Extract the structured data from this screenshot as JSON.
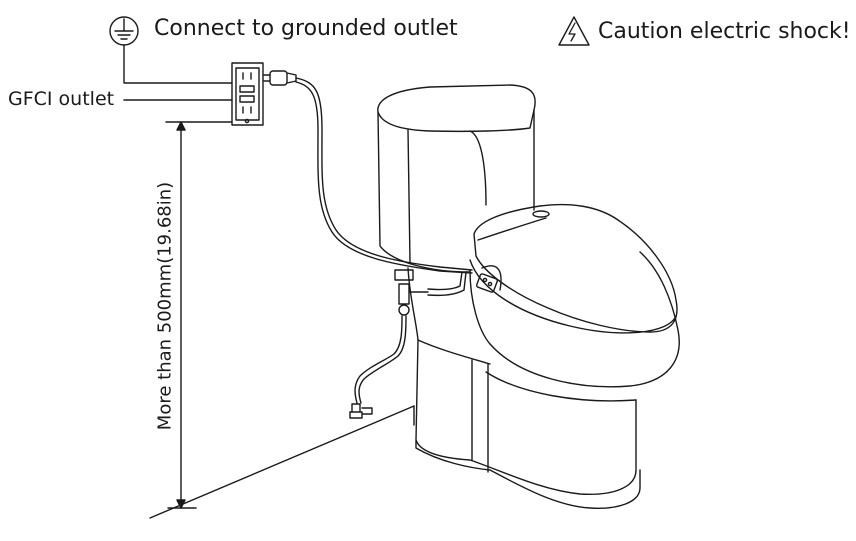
{
  "labels": {
    "ground": "Connect to grounded outlet",
    "caution": "Caution electric shock!",
    "gfci": "GFCI outlet",
    "height": "More than 500mm(19.68in)"
  },
  "icons": {
    "ground": "ground-symbol-icon",
    "caution": "electric-hazard-warning-icon"
  },
  "colors": {
    "line": "#1a1a1a",
    "background": "#ffffff"
  }
}
